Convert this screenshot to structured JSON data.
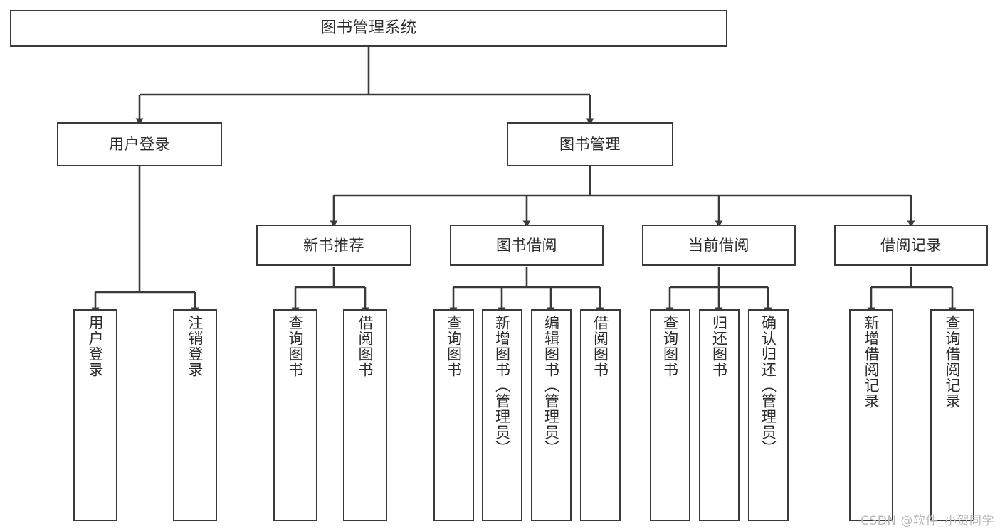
{
  "diagram": {
    "title": "图书管理系统",
    "type": "hierarchy-tree",
    "watermark": "CSDN @软件_小贺同学",
    "colors": {
      "border": "#3a3a3a",
      "text": "#2b2b2b",
      "background": "#ffffff",
      "connector": "#3a3a3a",
      "watermark": "#b9b9b9"
    },
    "nodes": {
      "root": {
        "label": "图书管理系统"
      },
      "level2": [
        {
          "label": "用户登录"
        },
        {
          "label": "图书管理"
        }
      ],
      "level3": [
        {
          "label": "新书推荐"
        },
        {
          "label": "图书借阅"
        },
        {
          "label": "当前借阅"
        },
        {
          "label": "借阅记录"
        }
      ],
      "leaves": {
        "user_login": [
          {
            "label": "用户登录"
          },
          {
            "label": "注销登录"
          }
        ],
        "new_book_recommend": [
          {
            "label": "查询图书"
          },
          {
            "label": "借阅图书"
          }
        ],
        "book_borrow": [
          {
            "label": "查询图书"
          },
          {
            "label": "新增图书（管理员）"
          },
          {
            "label": "编辑图书（管理员）"
          },
          {
            "label": "借阅图书"
          }
        ],
        "current_borrow": [
          {
            "label": "查询图书"
          },
          {
            "label": "归还图书"
          },
          {
            "label": "确认归还（管理员）"
          }
        ],
        "borrow_record": [
          {
            "label": "新增借阅记录"
          },
          {
            "label": "查询借阅记录"
          }
        ]
      }
    }
  }
}
